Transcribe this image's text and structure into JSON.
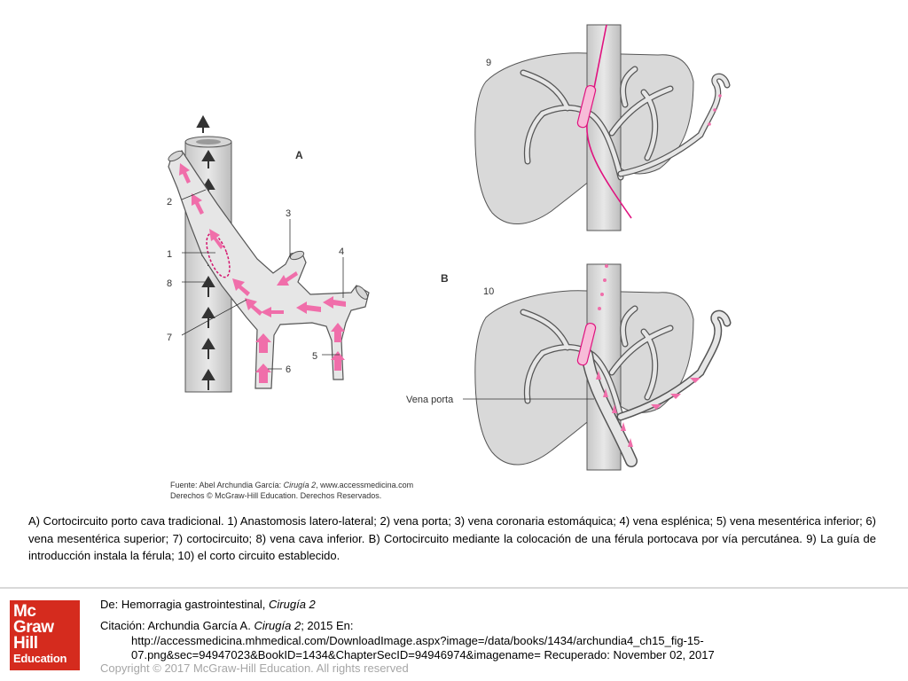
{
  "figure": {
    "panel_a_letter": "A",
    "panel_b_letter": "B",
    "labels_a": [
      "1",
      "2",
      "3",
      "4",
      "5",
      "6",
      "7",
      "8"
    ],
    "label_9": "9",
    "label_10": "10",
    "label_vena_porta": "Vena porta",
    "source_line1_prefix": "Fuente: Abel Archundia García: ",
    "source_line1_title": "Cirugía 2",
    "source_line1_suffix": ", www.accessmedicina.com",
    "source_line2": "Derechos © McGraw-Hill Education. Derechos Reservados."
  },
  "caption": "A) Cortocircuito porto cava tradicional. 1) Anastomosis latero-lateral; 2) vena porta; 3) vena coronaria estomáquica; 4) vena esplénica; 5) vena mesentérica inferior; 6) vena mesentérica superior; 7) cortocircuito; 8) vena cava inferior. B) Cortocircuito mediante la colocación de una férula portocava por vía percutánea. 9) La guía de introducción instala la férula; 10) el corto circuito establecido.",
  "logo": {
    "line1": "Mc",
    "line2": "Graw",
    "line3": "Hill",
    "line4": "Education"
  },
  "reference": {
    "de_prefix": "De: Hemorragia gastrointestinal, ",
    "de_title": "Cirugía 2",
    "citation_prefix": "Citación: Archundia García A. ",
    "citation_title": "Cirugía 2",
    "citation_suffix": "; 2015 En:",
    "url_line1": "http://accessmedicina.mhmedical.com/DownloadImage.aspx?image=/data/books/1434/archundia4_ch15_fig-15-",
    "url_line2": "07.png&sec=94947023&BookID=1434&ChapterSecID=94946974&imagename= Recuperado: November 02, 2017"
  },
  "copyright": "Copyright © 2017 McGraw-Hill Education. All rights reserved",
  "colors": {
    "brand_red": "#d52b1e",
    "vessel_fill": "#e6e6e6",
    "arrow_pink": "#f06eaa",
    "guide_magenta": "#e0127f"
  }
}
